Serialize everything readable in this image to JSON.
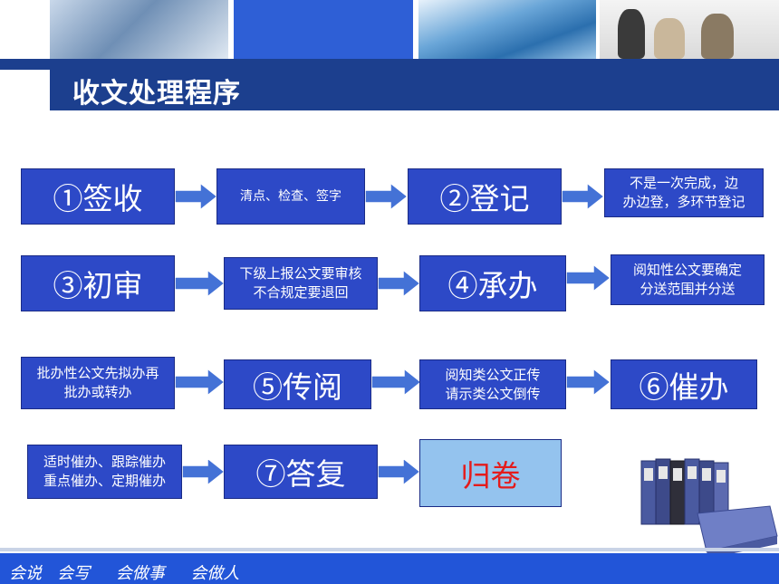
{
  "title": "收文处理程序",
  "footer": "会说   会写     会做事     会做人",
  "colors": {
    "box_fill": "#2d49c7",
    "title_bar": "#1c3f8e",
    "arrow": "#4472d6",
    "light_box": "#94c3ee",
    "archive_text": "#e41b1b"
  },
  "steps": {
    "sign": "①签收",
    "check": "清点、检查、签字",
    "register": "②登记",
    "register_note": "不是一次完成，边\n办边登，多环节登记",
    "review": "③初审",
    "review_note": "下级上报公文要审核\n不合规定要退回",
    "handle": "④承办",
    "handle_note": "阅知性公文要确定\n分送范围并分送",
    "handle_pre": "批办性公文先拟办再\n批办或转办",
    "circulate": "⑤传阅",
    "circulate_note": "阅知类公文正传\n请示类公文倒传",
    "urge": "⑥催办",
    "urge_note": "适时催办、跟踪催办\n重点催办、定期催办",
    "reply": "⑦答复",
    "archive": "归卷"
  }
}
